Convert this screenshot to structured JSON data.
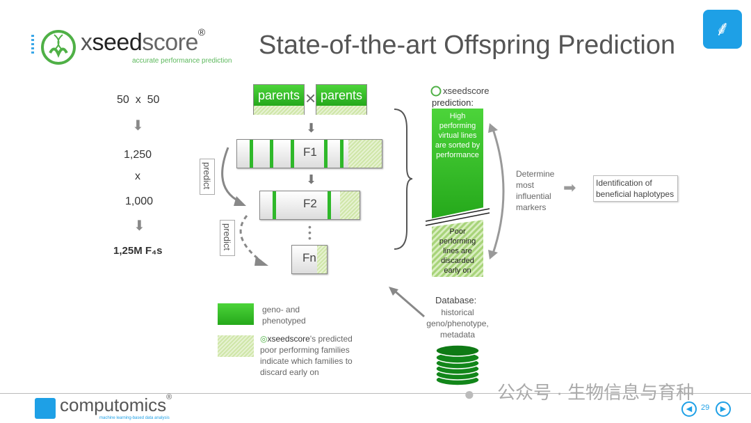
{
  "header": {
    "logo_text_light": "x",
    "logo_text_bold": "seed",
    "logo_text_light2": "score",
    "logo_reg": "®",
    "logo_tagline": "accurate performance prediction",
    "title": "State-of-the-art Offspring Prediction"
  },
  "left_flow": {
    "cross": "50  x  50",
    "count1": "1,250",
    "times": "x",
    "count2": "1,000",
    "result": "1,25M F₄s"
  },
  "diagram": {
    "parent1": "parents",
    "parent2": "parents",
    "cross_symbol": "×",
    "f1": "F1",
    "f2": "F2",
    "fn": "Fn",
    "predict1": "predict",
    "predict2": "predict"
  },
  "prediction": {
    "logo": "xseedscore",
    "label": "prediction:",
    "high": "High performing virtual lines are sorted by performance",
    "poor": "Poor performing lines are discarded early on",
    "determine": "Determine most influential markers",
    "haplotypes": "Identification of beneficial haplotypes"
  },
  "legend": {
    "genotyped": "geno- and phenotyped",
    "predicted_logo": "xseedscore",
    "predicted_line1": "'s predicted",
    "predicted_rest": "poor performing families indicate which families to discard early on"
  },
  "database": {
    "title": "Database:",
    "desc": "historical geno/phenotype, metadata"
  },
  "footer": {
    "company": "computomics",
    "company_reg": "®",
    "tagline": "machine learning-based data analysis",
    "page": "29",
    "watermark": "公众号 · 生物信息与育种"
  },
  "colors": {
    "green": "#2fb82a",
    "blue": "#1ea0e6",
    "dark_green": "#0e7a12"
  }
}
